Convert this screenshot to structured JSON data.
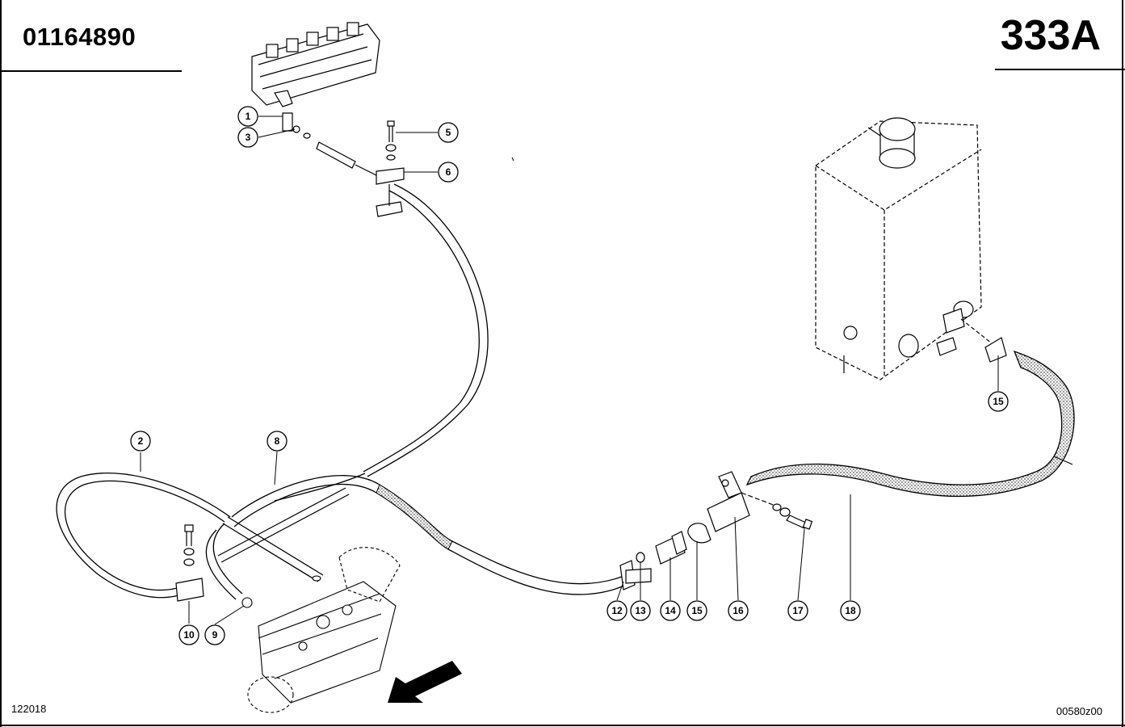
{
  "header": {
    "part_number": "01164890",
    "page_code": "333A"
  },
  "footer": {
    "left_code": "122018",
    "right_code": "00580z00"
  },
  "callouts": [
    "1",
    "2",
    "3",
    "5",
    "6",
    "8",
    "9",
    "10",
    "12",
    "13",
    "14",
    "15",
    "15",
    "16",
    "17",
    "18"
  ]
}
